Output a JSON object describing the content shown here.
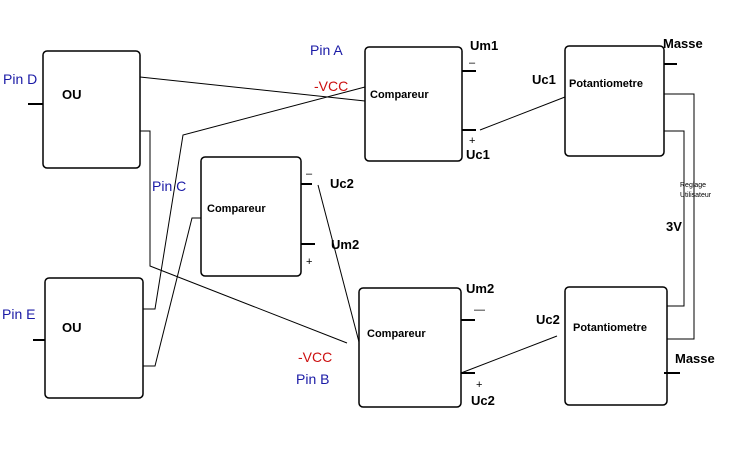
{
  "blocks": {
    "ou_top": "OU",
    "ou_bottom": "OU",
    "comp_top": "Compareur",
    "comp_mid": "Compareur",
    "comp_bottom": "Compareur",
    "pot_top": "Potantiometre",
    "pot_bottom": "Potantiometre"
  },
  "pins": {
    "pin_a": "Pin A",
    "pin_b": "Pin B",
    "pin_c": "Pin C",
    "pin_d": "Pin D",
    "pin_e": "Pin E"
  },
  "supply": {
    "vcc_top": "-VCC",
    "vcc_bottom": "-VCC"
  },
  "signals": {
    "um1": "Um1",
    "uc1_comp": "Uc1",
    "uc1_pot": "Uc1",
    "uc2_mid": "Uc2",
    "um2_mid": "Um2",
    "um2_bottom": "Um2",
    "uc2_bottom": "Uc2",
    "uc2_pot": "Uc2",
    "masse_top": "Masse",
    "masse_bottom": "Masse",
    "v3": "3V",
    "reglage_line1": "Reglage",
    "reglage_line2": "Utilisateur"
  },
  "signs": {
    "comp_top_minus": "–",
    "comp_top_plus": "+",
    "comp_mid_minus": "–",
    "comp_mid_plus": "+",
    "comp_bottom_minus": "—",
    "comp_bottom_plus": "+"
  }
}
